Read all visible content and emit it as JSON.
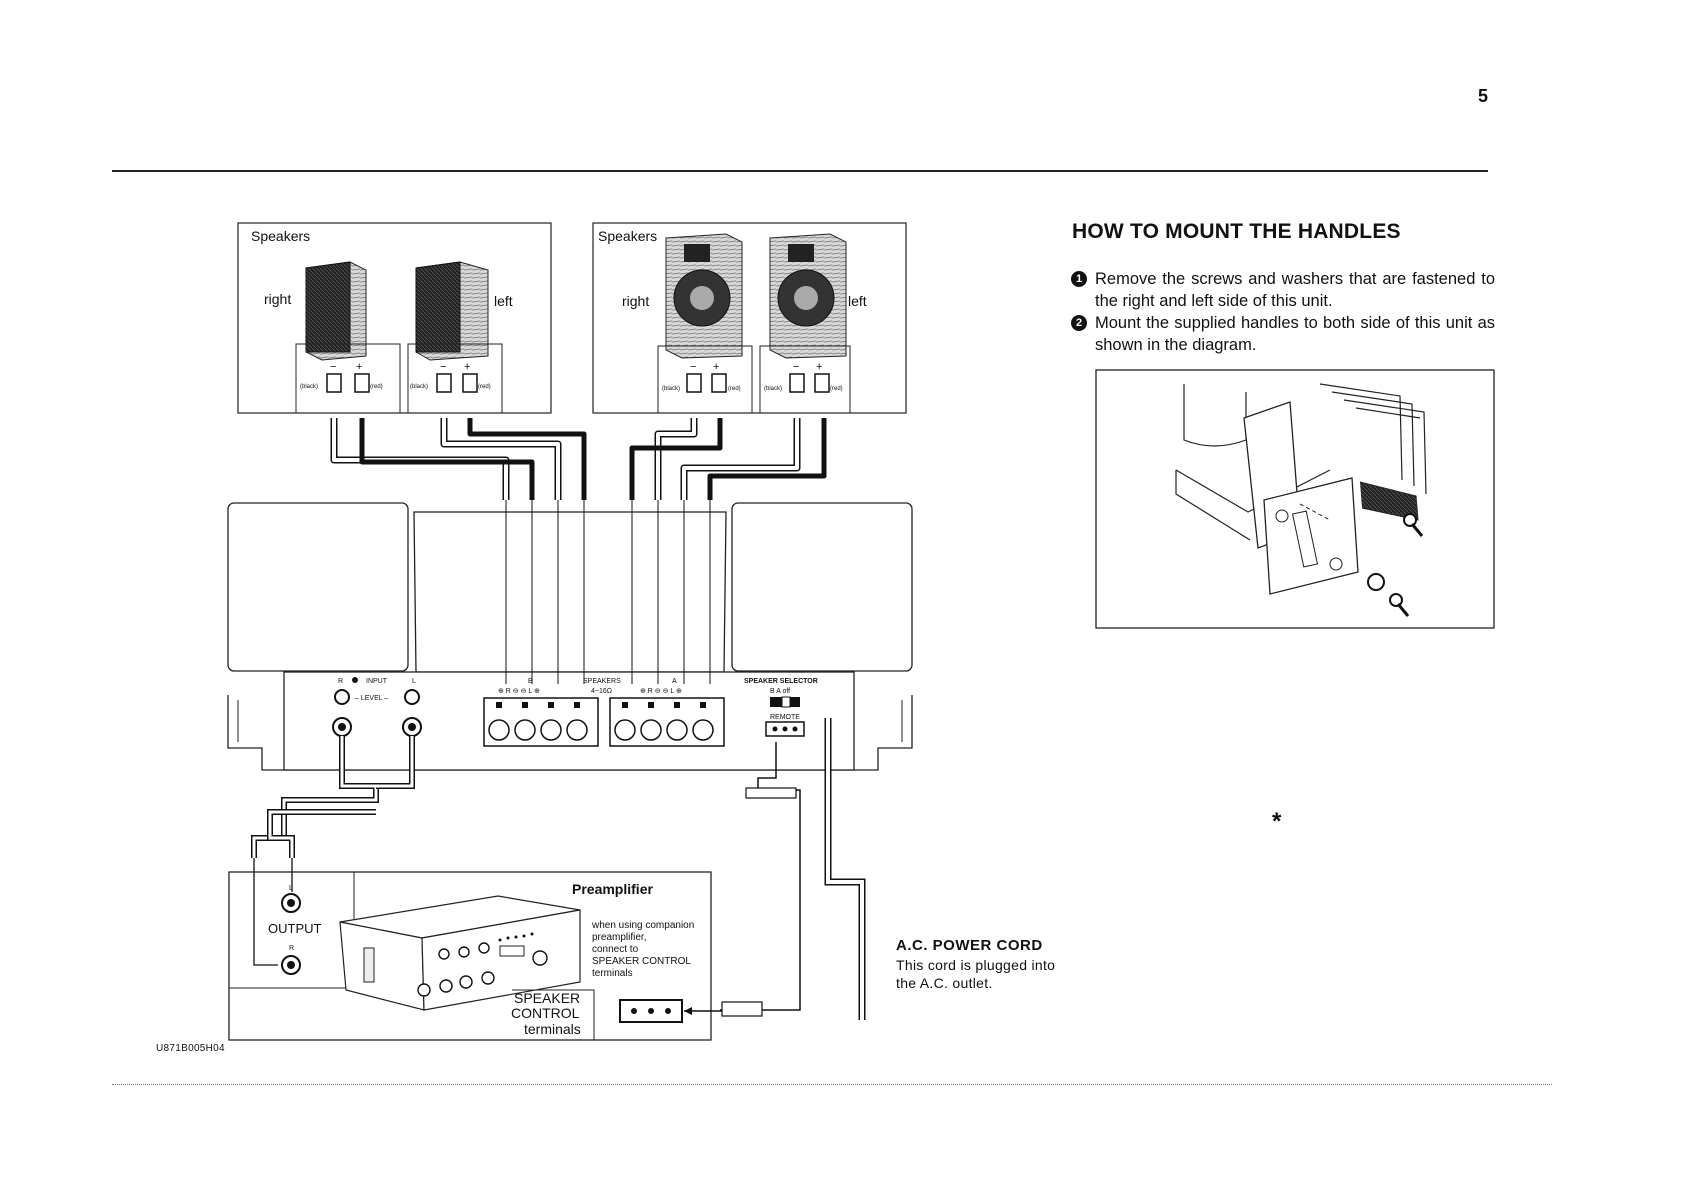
{
  "page": {
    "number": "5",
    "doc_code": "U871B005H04"
  },
  "wiring": {
    "panel_left": {
      "title": "Speakers",
      "right_label": "right",
      "left_label": "left"
    },
    "panel_right": {
      "title": "Speakers",
      "right_label": "right",
      "left_label": "left"
    },
    "terminal_minus": "−",
    "terminal_plus": "+",
    "black_label": "(black)",
    "red_label": "(red)",
    "amp": {
      "input_label": "INPUT",
      "input_r": "R",
      "input_l": "L",
      "level_label": "– LEVEL –",
      "speakers_label": "SPEAKERS",
      "group_b": "B",
      "group_a": "A",
      "impedance": "4~16Ω",
      "terminal_signs": "⊕  R  ⊖    ⊖  L  ⊕",
      "speaker_selector": "SPEAKER  SELECTOR",
      "selector_positions": "B   A   off",
      "remote_label": "REMOTE"
    },
    "preamp": {
      "title": "Preamplifier",
      "output_label": "OUTPUT",
      "out_l": "L",
      "out_r": "R",
      "note": [
        "when using companion",
        "preamplifier,",
        "connect to",
        "SPEAKER CONTROL",
        "terminals"
      ],
      "speaker_control": [
        "SPEAKER",
        "CONTROL",
        "terminals"
      ]
    },
    "power_cord": {
      "title": "A.C. POWER CORD",
      "description": "This cord is plugged into the A.C. outlet."
    }
  },
  "handles": {
    "title": "HOW TO MOUNT THE HANDLES",
    "steps": [
      {
        "num": "1",
        "text": "Remove the screws and washers that are fastened to the right and left side of this unit."
      },
      {
        "num": "2",
        "text": "Mount the supplied handles to both side of this unit as shown in the diagram."
      }
    ]
  },
  "misc": {
    "asterisk": "*"
  }
}
